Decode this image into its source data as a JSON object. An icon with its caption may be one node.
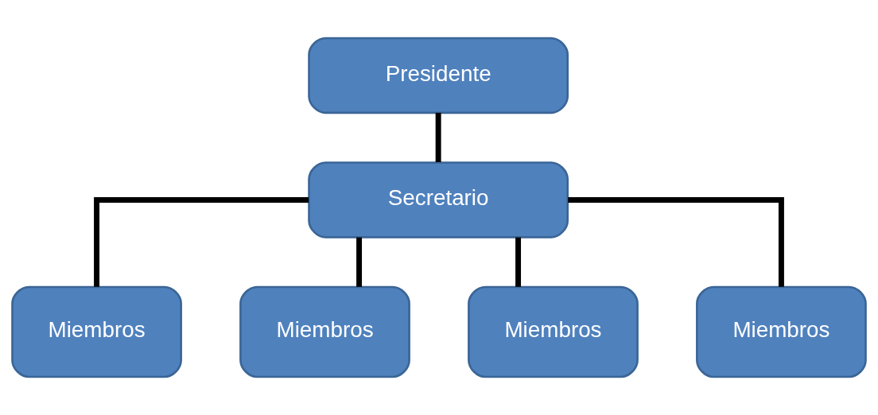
{
  "diagram": {
    "nodes": [
      {
        "text": [
          "Presidente"
        ]
      },
      {
        "text": [
          "Secretario"
        ]
      },
      {
        "text": [
          "Miembros"
        ]
      },
      {
        "text": [
          "Miembros"
        ]
      },
      {
        "text": [
          "Miembros"
        ]
      },
      {
        "text": [
          "Miembros"
        ]
      }
    ],
    "edges": [
      {
        "from": 0,
        "to": 1,
        "arrow": "none"
      },
      {
        "from": 1,
        "to": 2,
        "arrow": "none"
      },
      {
        "from": 1,
        "to": 3,
        "arrow": "none"
      },
      {
        "from": 1,
        "to": 4,
        "arrow": "none"
      },
      {
        "from": 1,
        "to": 5,
        "arrow": "none"
      }
    ]
  }
}
